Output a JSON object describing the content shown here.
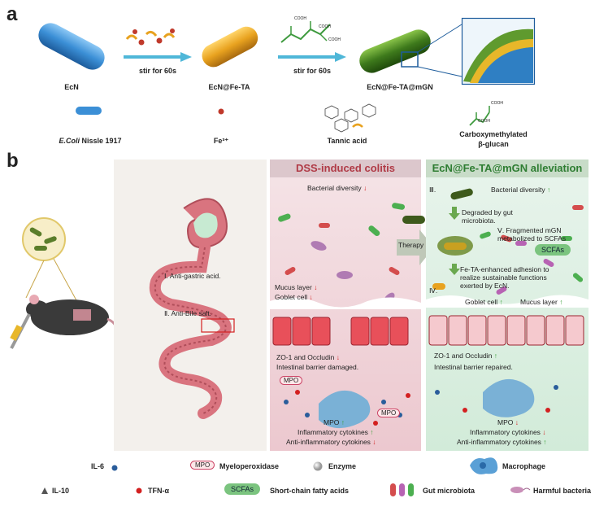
{
  "panel_a": {
    "letter": "a",
    "ecn": "EcN",
    "stir1": "stir for 60s",
    "ecn_fe_ta": "EcN@Fe-TA",
    "stir2": "stir for 60s",
    "ecn_fe_ta_mgn": "EcN@Fe-TA@mGN",
    "cooh": "COOH",
    "legend": {
      "ecoli_italic": "E.Coli",
      "ecoli_rest": " Nissle 1917",
      "fe": "Fe³⁺",
      "tannic": "Tannic acid",
      "cmbg_line1": "Carboxymethylated",
      "cmbg_line2": "β-glucan"
    }
  },
  "panel_b": {
    "letter": "b",
    "gut_labels": {
      "anti_gastric": "Ⅰ. Anti-gastric acid.",
      "anti_bile": "Ⅱ. Anti-Bile salt."
    },
    "dss": {
      "title": "DSS-induced colitis",
      "bacterial_diversity": "Bacterial diversity",
      "mucus_layer": "Mucus layer",
      "goblet_cell": "Goblet cell",
      "zo1": "ZO-1 and Occludin",
      "barrier": "Intestinal barrier damaged.",
      "mpo1": "MPO",
      "mpo2": "MPO",
      "mpo3": "MPO",
      "inflammatory": "Inflammatory cytokines",
      "anti_inflammatory": "Anti-inflammatory cytokines"
    },
    "therapy": "Therapy",
    "alleviation": {
      "title": "EcN@Fe-TA@mGN alleviation",
      "iii": "Ⅲ.",
      "bacterial_diversity": "Bacterial diversity",
      "degraded_1": "Degraded by gut",
      "degraded_2": "microbiota.",
      "v_1": "Ⅴ. Fragmented mGN",
      "v_2": "metabolized to SCFAs",
      "scfas": "SCFAs",
      "adhesion_1": "Fe-TA-enhanced adhesion to",
      "adhesion_2": "realize sustainable functions",
      "adhesion_3": "exerted by EcN.",
      "iv": "Ⅳ.",
      "goblet_cell": "Goblet cell",
      "mucus_layer": "Mucus layer",
      "zo1": "ZO-1 and Occludin",
      "barrier": "Intestinal barrier repaired.",
      "mpo": "MPO",
      "inflammatory": "Inflammatory cytokines",
      "anti_inflammatory": "Anti-inflammatory cytokines"
    }
  },
  "legend": {
    "il6": "IL-6",
    "mpo_badge": "MPO",
    "myeloperoxidase": "Myeloperoxidase",
    "enzyme": "Enzyme",
    "macrophage": "Macrophage",
    "il10": "IL-10",
    "tnf": "TFN-α",
    "scfas_badge": "SCFAs",
    "scfas_full": "Short-chain fatty acids",
    "gut_microbiota": "Gut microbiota",
    "harmful_bacteria": "Harmful bacteria"
  },
  "colors": {
    "up_arrow": "#3aa13a",
    "down_arrow": "#d32020",
    "ecn_blue": "#3b8fd6",
    "gold": "#e8a21f",
    "green_rod": "#3e7a1c",
    "dss_bg": "#f3d9de",
    "alleviation_bg": "#dcefe2"
  }
}
